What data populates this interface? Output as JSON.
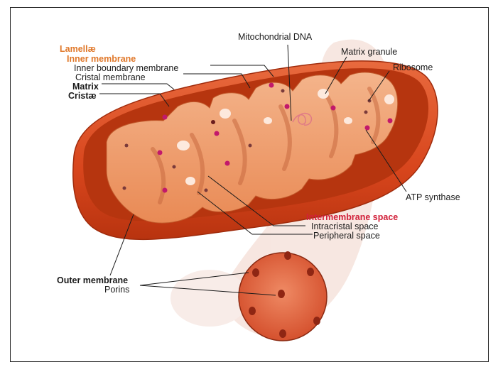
{
  "labels": {
    "lamellae": "Lamellæ",
    "inner_membrane": "Inner membrane",
    "inner_boundary_membrane": "Inner boundary membrane",
    "cristal_membrane": "Cristal membrane",
    "matrix": "Matrix",
    "cristae": "Cristæ",
    "mitochondrial_dna": "Mitochondrial DNA",
    "matrix_granule": "Matrix granule",
    "ribosome": "Ribosome",
    "atp_synthase": "ATP synthase",
    "intermembrane_space": "Intermembrane space",
    "intracristal_space": "Intracristal space",
    "peripheral_space": "Peripheral space",
    "outer_membrane": "Outer membrane",
    "porins": "Porins"
  },
  "colors": {
    "outer_membrane": "#d9451c",
    "outer_membrane_dark": "#b2300f",
    "inner_fill": "#f0a273",
    "cristae_top": "#f6b58a",
    "heading_orange": "#e0782a",
    "heading_red": "#d2213a",
    "ghost_shadow": "#f3ddd6"
  }
}
